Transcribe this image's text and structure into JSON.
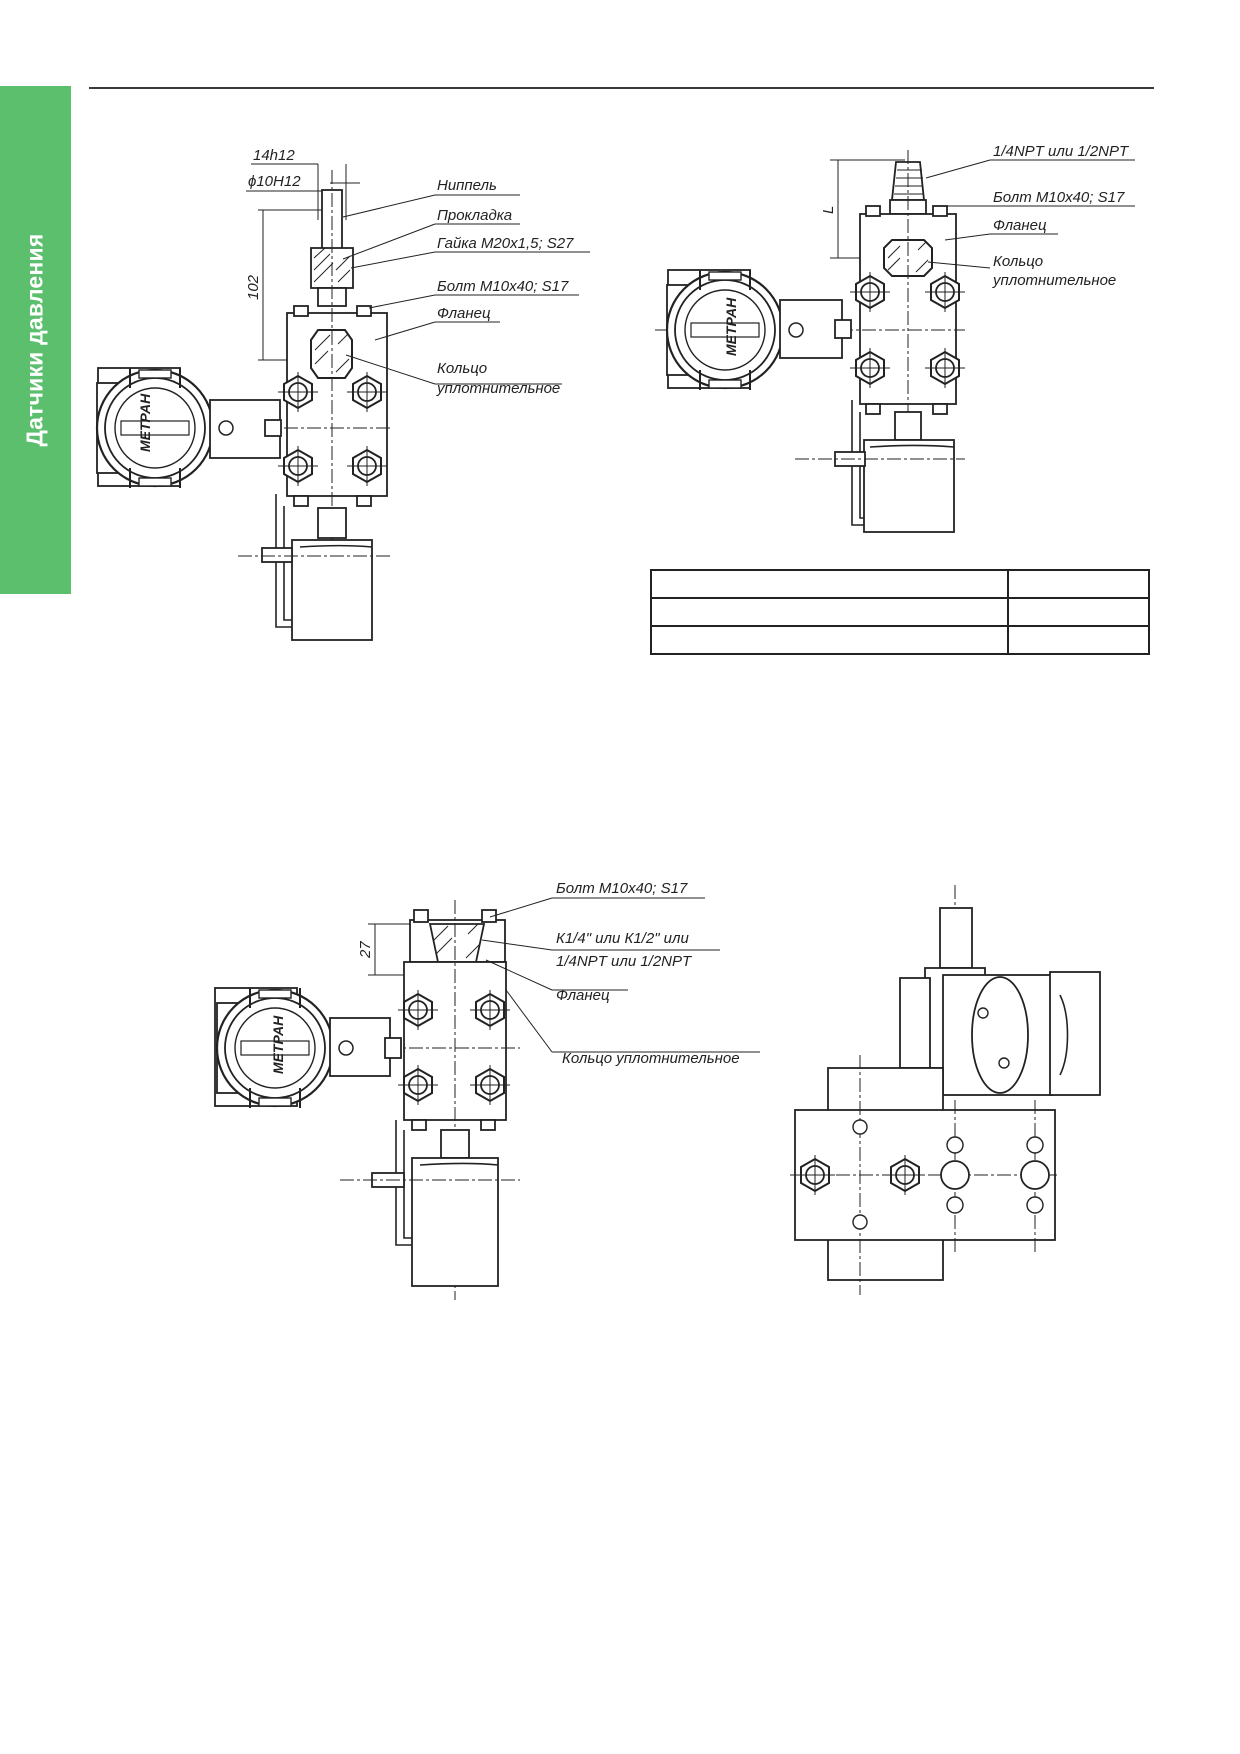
{
  "sidebar": {
    "title": "Датчики давления"
  },
  "drawing_a": {
    "dim_width": "14h12",
    "dim_diameter": "ϕ10H12",
    "dim_height": "102",
    "callouts": [
      "Ниппель",
      "Прокладка",
      "Гайка М20х1,5; S27",
      "Болт М10х40; S17",
      "Фланец",
      "Кольцо",
      "уплотнительное"
    ],
    "logo_text": "МЕТРАН"
  },
  "drawing_b": {
    "dim_length": "L",
    "callouts": [
      "1/4NPT или 1/2NPT",
      "Болт М10х40; S17",
      "Фланец",
      "Кольцо",
      "уплотнительное"
    ],
    "logo_text": "МЕТРАН"
  },
  "drawing_c": {
    "dim_height": "27",
    "callouts": [
      "Болт М10х40; S17",
      "К1/4\" или К1/2\" или",
      "1/4NPT или 1/2NPT",
      "Фланец",
      "Кольцо уплотнительное"
    ],
    "logo_text": "МЕТРАН"
  },
  "table": {
    "rows": [
      [
        "",
        ""
      ],
      [
        "",
        ""
      ],
      [
        "",
        ""
      ]
    ]
  }
}
